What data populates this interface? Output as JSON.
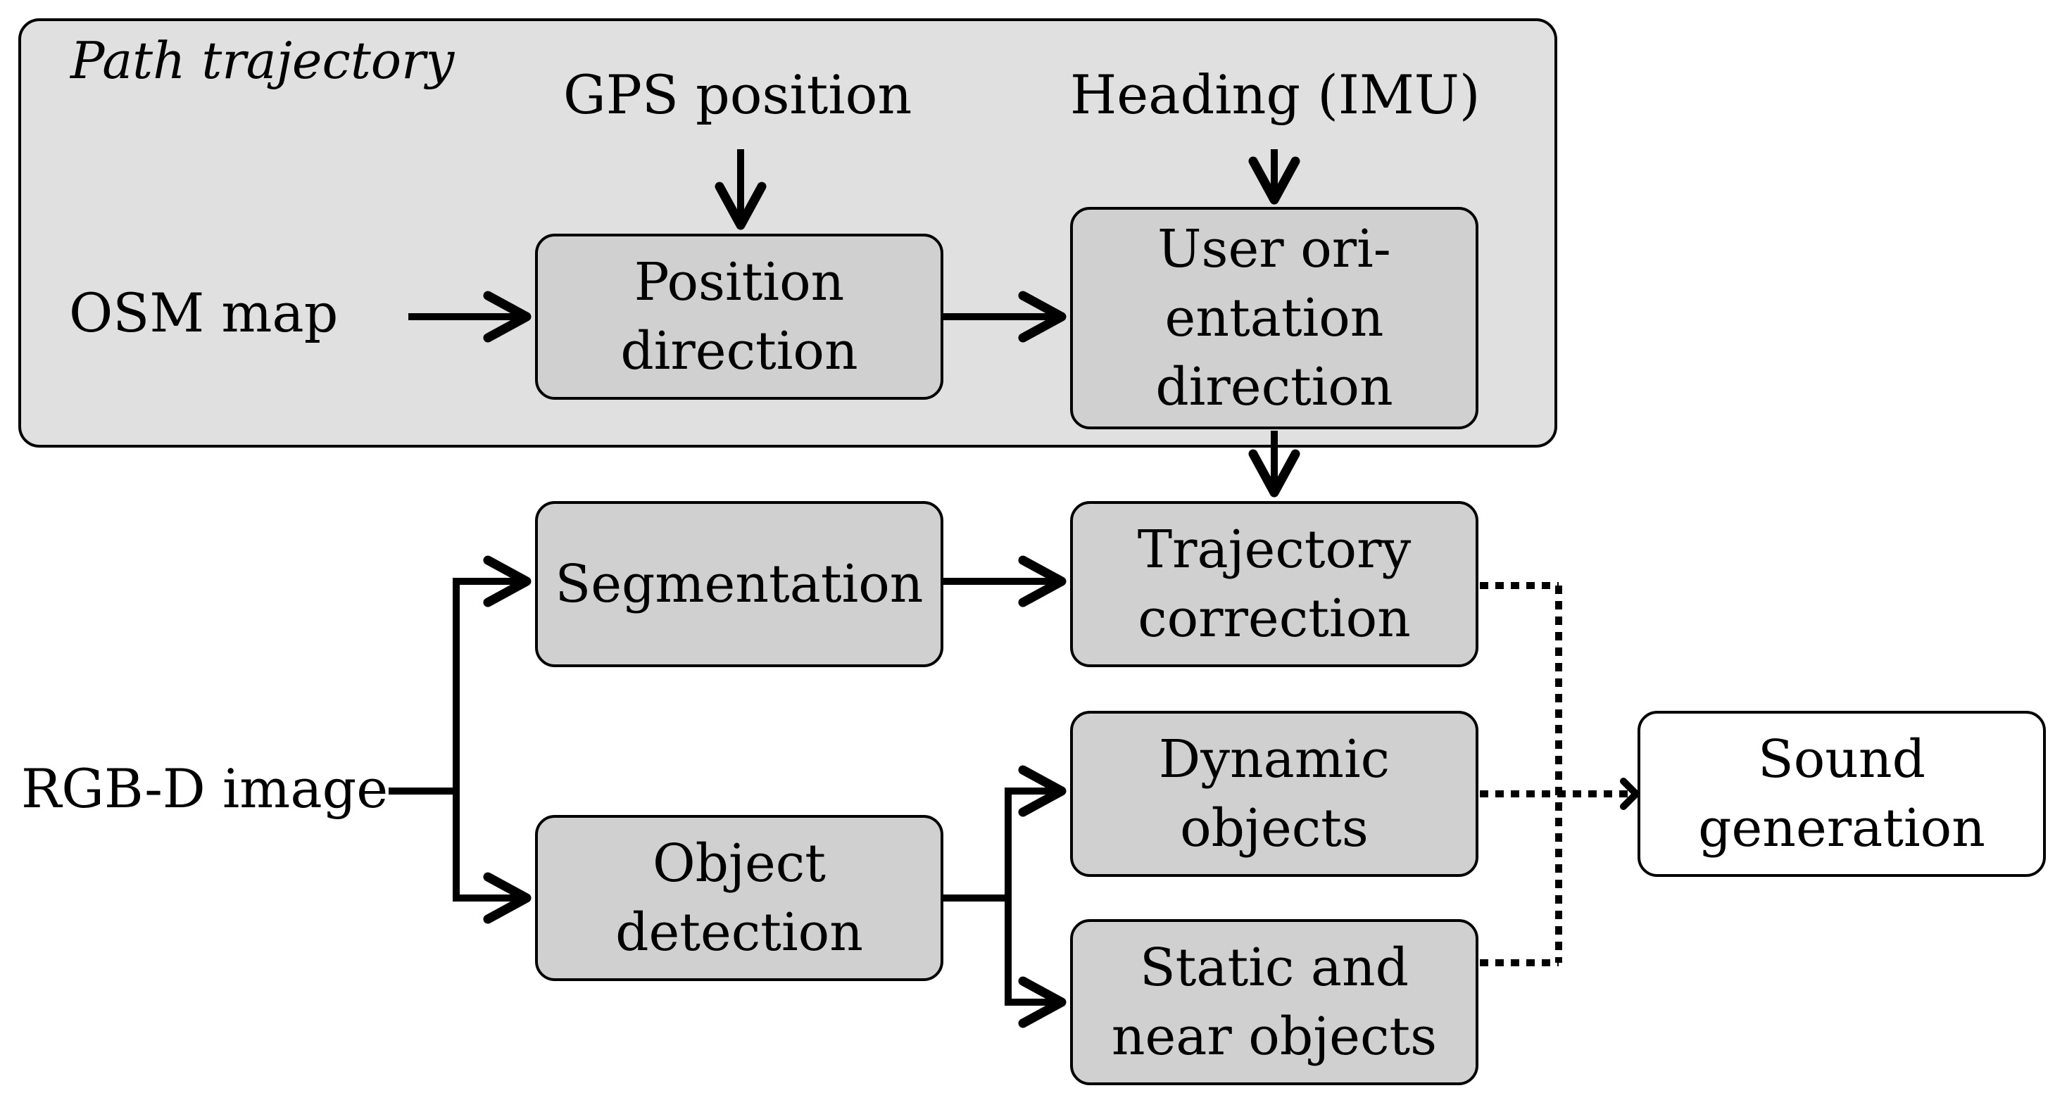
{
  "group": {
    "title": "Path trajectory"
  },
  "inputs": {
    "gps": "GPS position",
    "heading": "Heading (IMU)",
    "osm": "OSM map",
    "rgbd": "RGB-D image"
  },
  "nodes": {
    "position_direction": [
      "Position",
      "direction"
    ],
    "user_orientation": [
      "User ori-",
      "entation",
      "direction"
    ],
    "segmentation": [
      "Segmentation"
    ],
    "trajectory_correction": [
      "Trajectory",
      "correction"
    ],
    "object_detection": [
      "Object",
      "detection"
    ],
    "dynamic_objects": [
      "Dynamic",
      "objects"
    ],
    "static_near_objects": [
      "Static and",
      "near objects"
    ],
    "sound_generation": [
      "Sound",
      "generation"
    ]
  },
  "colors": {
    "group_fill": "#e0e0e0",
    "node_fill": "#d0d0d0",
    "output_fill": "#ffffff",
    "stroke": "#000000"
  }
}
